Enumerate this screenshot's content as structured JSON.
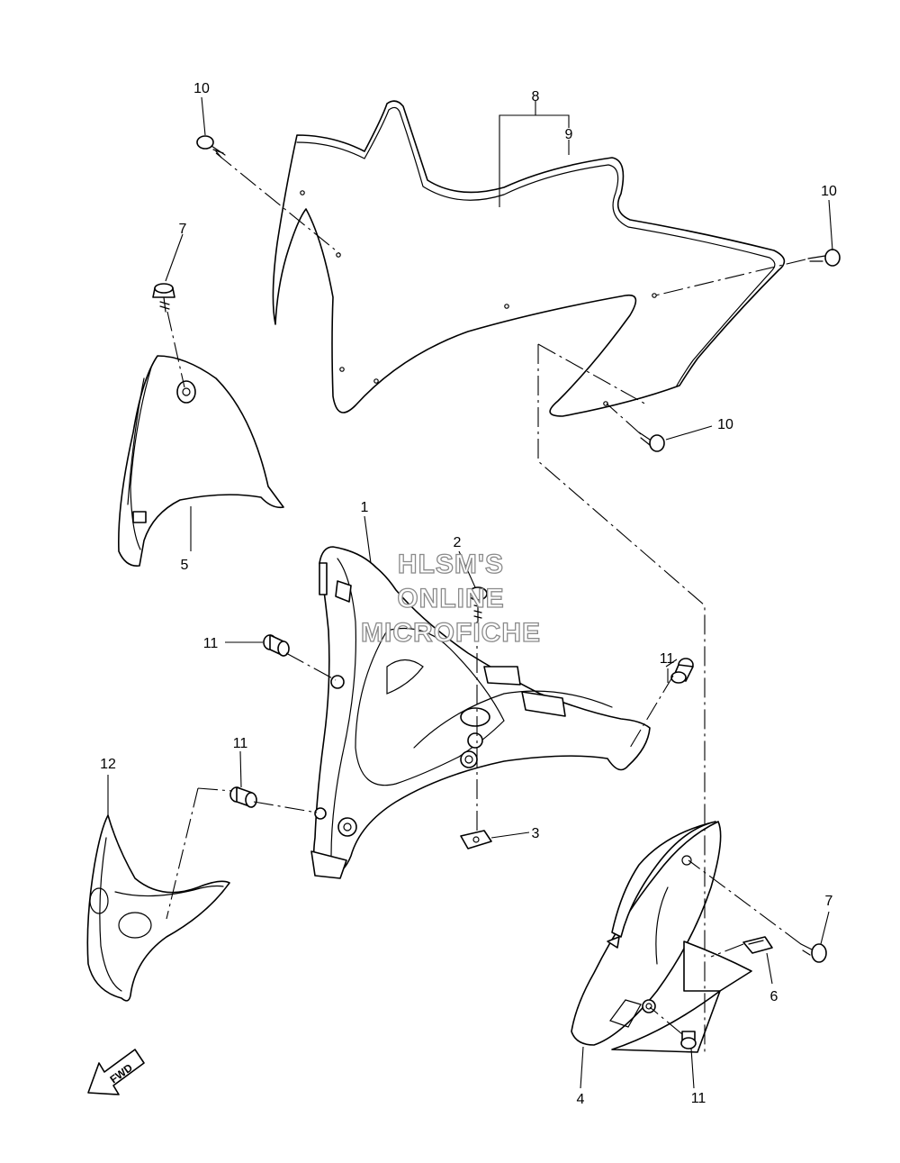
{
  "callouts": {
    "c1": "1",
    "c2": "2",
    "c3": "3",
    "c4": "4",
    "c5": "5",
    "c6": "6",
    "c7a": "7",
    "c7b": "7",
    "c8": "8",
    "c9": "9",
    "c10a": "10",
    "c10b": "10",
    "c10c": "10",
    "c11a": "11",
    "c11b": "11",
    "c11c": "11",
    "c11d": "11",
    "c12": "12"
  },
  "watermark": {
    "line1": "HLSM'S",
    "line2": "ONLINE",
    "line3": "MICROFICHE"
  },
  "direction_badge": "FWD"
}
